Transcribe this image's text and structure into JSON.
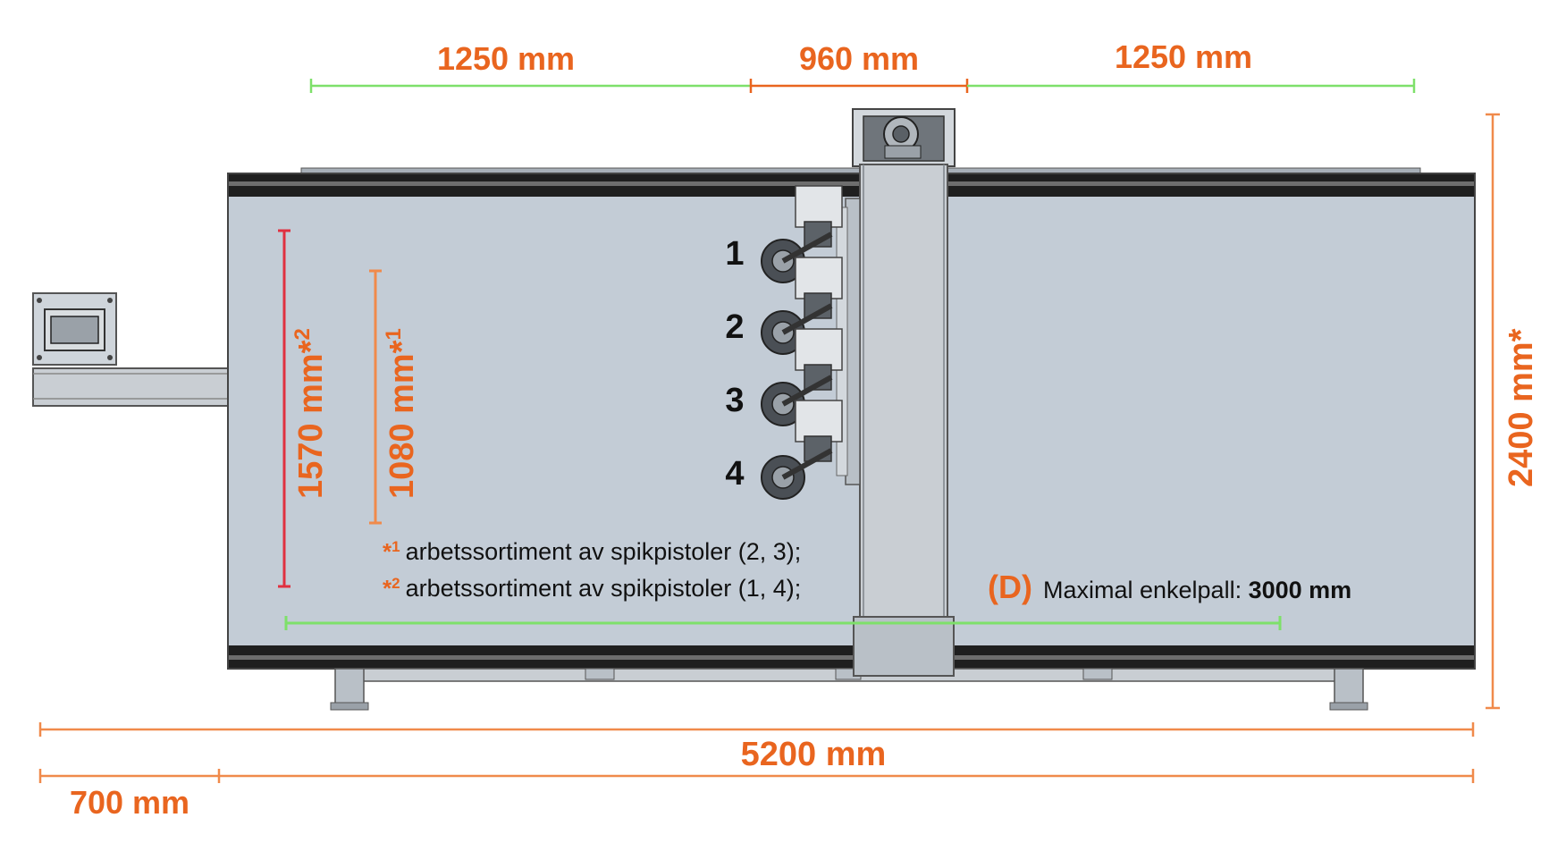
{
  "colors": {
    "orange": "#e9651f",
    "green": "#7ee06a",
    "red": "#e03040",
    "table": "#c3ccd6",
    "frame": "#1f1f1f"
  },
  "dimensions": {
    "top_left": "1250 mm",
    "top_center": "960 mm",
    "top_right": "1250 mm",
    "height_right": "2400 mm*",
    "total_width": "5200 mm",
    "panel_offset": "700 mm",
    "range_1570": "1570 mm",
    "range_1570_mark": "*",
    "range_1570_sup": "2",
    "range_1080": "1080 mm",
    "range_1080_mark": "*",
    "range_1080_sup": "1"
  },
  "nailers": [
    "1",
    "2",
    "3",
    "4"
  ],
  "notes": [
    {
      "mark": "*",
      "sup": "1",
      "text": "arbetssortiment av spikpistoler (2, 3);"
    },
    {
      "mark": "*",
      "sup": "2",
      "text": "arbetssortiment av spikpistoler (1, 4);"
    }
  ],
  "pallet": {
    "label": "(D)",
    "text": "Maximal enkelpall: ",
    "value": "3000 mm"
  }
}
